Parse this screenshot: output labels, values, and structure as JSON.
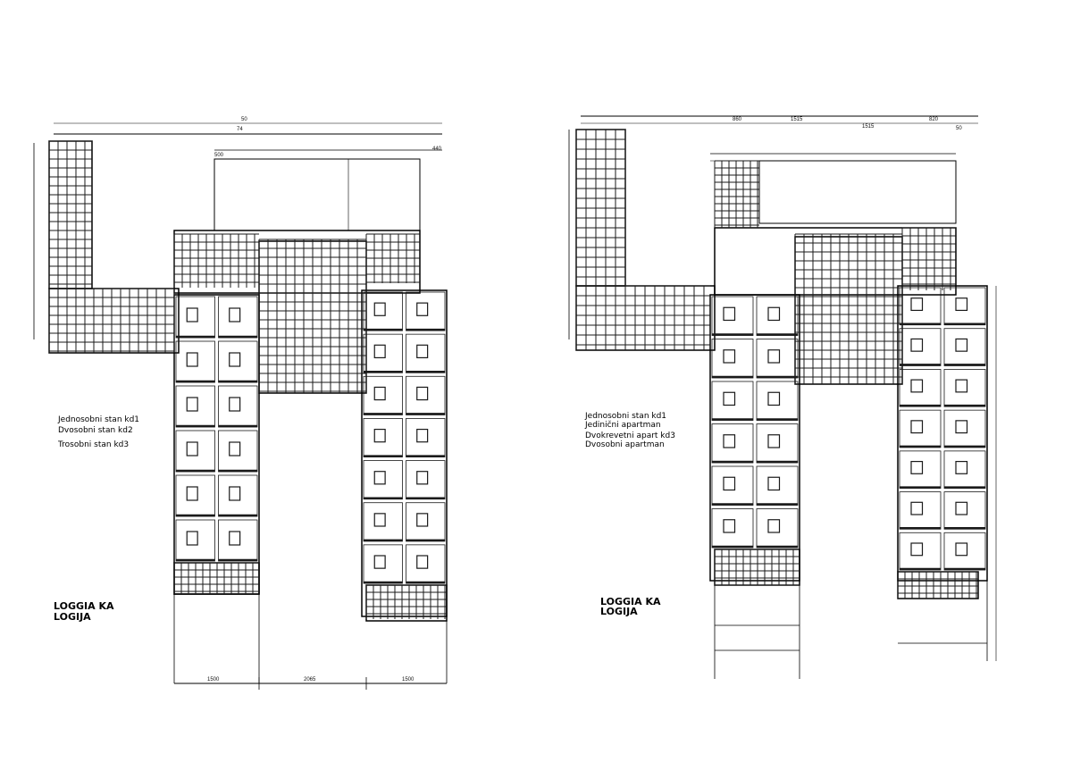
{
  "plans": [
    {
      "id": "left",
      "dims_top": [
        "50",
        "74",
        "500",
        "440"
      ],
      "dims_bottom": [
        "1500",
        "2065",
        "1500"
      ],
      "legend": [
        "Jednosobni stan kd1",
        "Dvosobni stan kd2",
        "Trosobni stan kd3"
      ],
      "title_lines": [
        "LOGGIA KA",
        "LOGIJA"
      ]
    },
    {
      "id": "right",
      "dims_top": [
        "1515",
        "1515",
        "820",
        "860",
        "50"
      ],
      "dims_bottom": [],
      "legend": [
        "Jednosobni stan kd1",
        "Jedinični apartman",
        "Dvokrevetni apart kd3",
        "Dvosobni apartman"
      ],
      "title_lines": [
        "LOGGIA KA",
        "LOGIJA"
      ]
    }
  ],
  "colors": {
    "ink": "#000000",
    "paper": "#ffffff",
    "hatch": "#1a1a1a"
  }
}
